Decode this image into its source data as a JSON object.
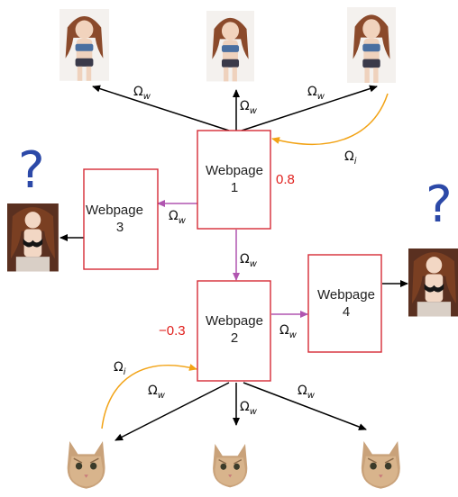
{
  "colors": {
    "box_border": "#d62a35",
    "edge_web": "#000000",
    "edge_link": "#b055b0",
    "edge_image": "#f2a316",
    "score": "#e0201d",
    "question": "#2c49a8"
  },
  "nodes": {
    "w1": {
      "label_line1": "Webpage",
      "label_line2": "1",
      "score": "0.8"
    },
    "w2": {
      "label_line1": "Webpage",
      "label_line2": "2",
      "score": "−0.3"
    },
    "w3": {
      "label_line1": "Webpage",
      "label_line2": "3"
    },
    "w4": {
      "label_line1": "Webpage",
      "label_line2": "4"
    }
  },
  "edge_labels": {
    "omega_symbol": "Ω",
    "sub_w": "w",
    "sub_i": "i"
  },
  "unknown_marker": "?",
  "images": {
    "doll_1": "doll-image",
    "doll_2": "doll-image",
    "doll_3": "doll-image",
    "doll_left": "doll-image",
    "doll_right": "doll-image",
    "cat_1": "cat-image",
    "cat_2": "cat-image",
    "cat_3": "cat-image"
  }
}
